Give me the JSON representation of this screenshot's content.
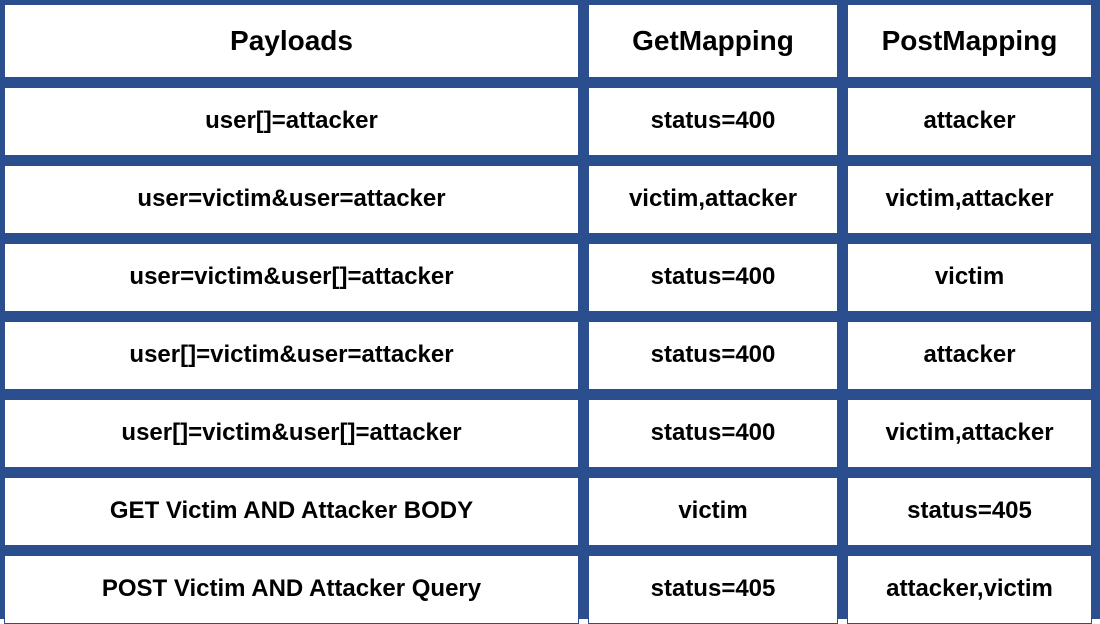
{
  "table": {
    "name": "parameter-pollution-results-table",
    "border_color": "#2b4f8e",
    "cell_background": "#ffffff",
    "text_color": "#000000",
    "columns": [
      {
        "key": "payload",
        "label": "Payloads"
      },
      {
        "key": "get",
        "label": "GetMapping"
      },
      {
        "key": "post",
        "label": "PostMapping"
      }
    ],
    "rows": [
      {
        "payload": "user[]=attacker",
        "get": "status=400",
        "post": "attacker"
      },
      {
        "payload": "user=victim&user=attacker",
        "get": "victim,attacker",
        "post": "victim,attacker"
      },
      {
        "payload": "user=victim&user[]=attacker",
        "get": "status=400",
        "post": "victim"
      },
      {
        "payload": "user[]=victim&user=attacker",
        "get": "status=400",
        "post": "attacker"
      },
      {
        "payload": "user[]=victim&user[]=attacker",
        "get": "status=400",
        "post": "victim,attacker"
      },
      {
        "payload": "GET Victim AND Attacker BODY",
        "get": "victim",
        "post": "status=405"
      },
      {
        "payload": "POST Victim AND Attacker Query",
        "get": "status=405",
        "post": "attacker,victim"
      }
    ]
  }
}
